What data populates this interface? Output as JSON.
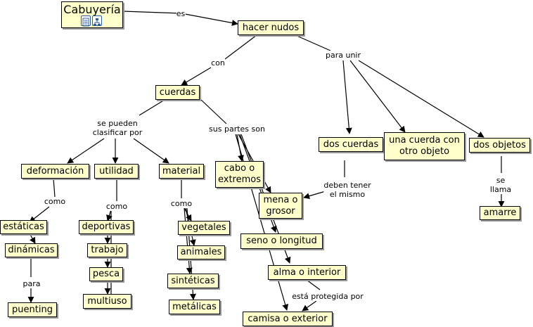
{
  "concepts": {
    "cabuyeria": "Cabuyería",
    "hacer_nudos": "hacer nudos",
    "cuerdas": "cuerdas",
    "deformacion": "deformación",
    "utilidad": "utilidad",
    "material": "material",
    "estaticas": "estáticas",
    "dinamicas": "dinámicas",
    "puenting": "puenting",
    "deportivas": "deportivas",
    "trabajo": "trabajo",
    "pesca": "pesca",
    "multiuso": "multiuso",
    "vegetales": "vegetales",
    "animales": "animales",
    "sinteticas": "sintéticas",
    "metalicas": "metálicas",
    "cabo_o_extremos": "cabo o\nextremos",
    "mena_o_grosor": "mena o\ngrosor",
    "seno_o_longitud": "seno o longitud",
    "alma_o_interior": "alma o interior",
    "camisa_o_exterior": "camisa o exterior",
    "dos_cuerdas": "dos cuerdas",
    "una_cuerda_con_otro_objeto": "una cuerda con\notro objeto",
    "dos_objetos": "dos objetos",
    "amarre": "amarre"
  },
  "linking_phrases": {
    "es": "es",
    "con": "con",
    "se_pueden_clasificar_por": "se pueden\nclasificar por",
    "sus_partes_son": "sus partes son",
    "para_unir": "para unir",
    "como_deformacion": "como",
    "como_utilidad": "como",
    "como_material": "como",
    "para": "para",
    "deben_tener_el_mismo": "deben tener\nel mismo",
    "se_llama": "se llama",
    "esta_protegida_por": "está protegida por"
  },
  "icons": [
    "notes-icon",
    "submap-icon"
  ],
  "colors": {
    "concept_fill": "#ffffcc",
    "line": "#000000",
    "icon_border": "#2b5e9c"
  }
}
